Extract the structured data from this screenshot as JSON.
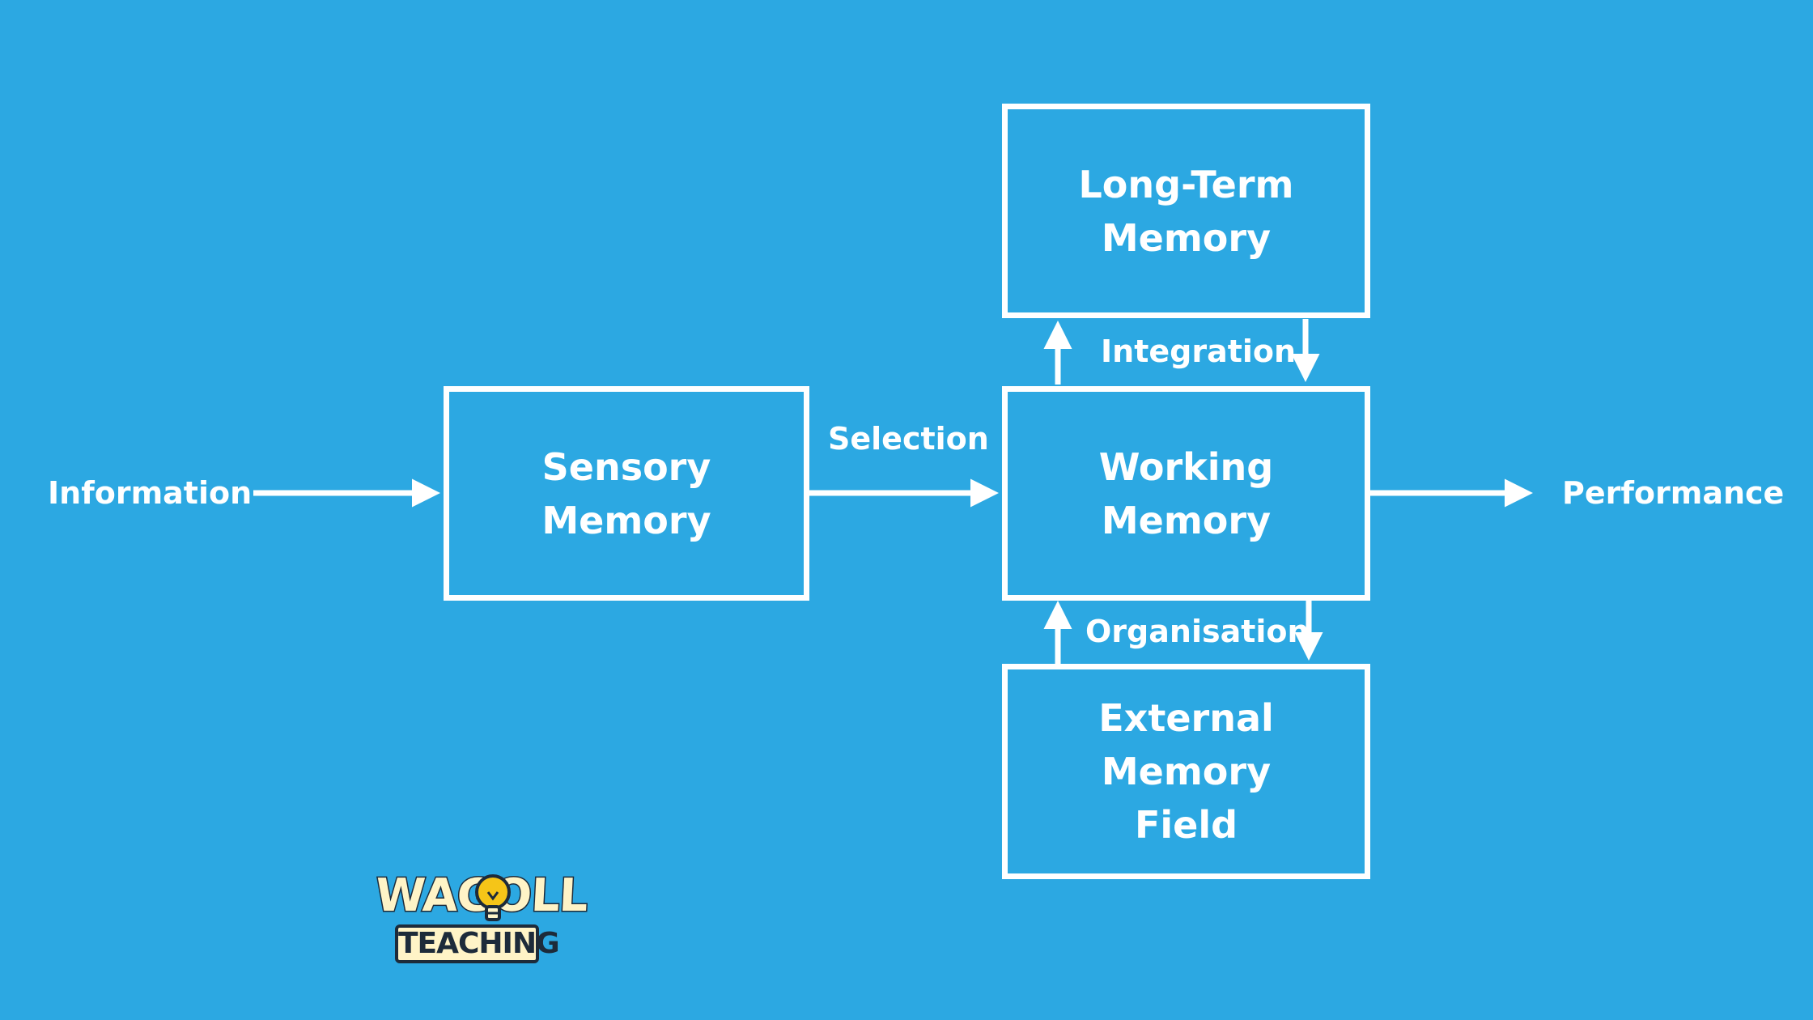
{
  "diagram": {
    "boxes": {
      "sensory_memory": "Sensory\nMemory",
      "long_term_memory": "Long-Term\nMemory",
      "working_memory": "Working\nMemory",
      "external_memory_field": "External\nMemory\nField"
    },
    "flow_labels": {
      "information": "Information",
      "selection": "Selection",
      "integration": "Integration",
      "organisation": "Organisation",
      "performance": "Performance"
    }
  },
  "logo": {
    "top_text": "WAGOLL",
    "bottom_text": "TEACHING"
  },
  "colors": {
    "background": "#2ca8e2",
    "foreground": "#ffffff",
    "logo_fill": "#fff4c7",
    "logo_outline": "#1d2b3a",
    "bulb": "#f5c518"
  },
  "icons": [
    "lightbulb-icon"
  ]
}
